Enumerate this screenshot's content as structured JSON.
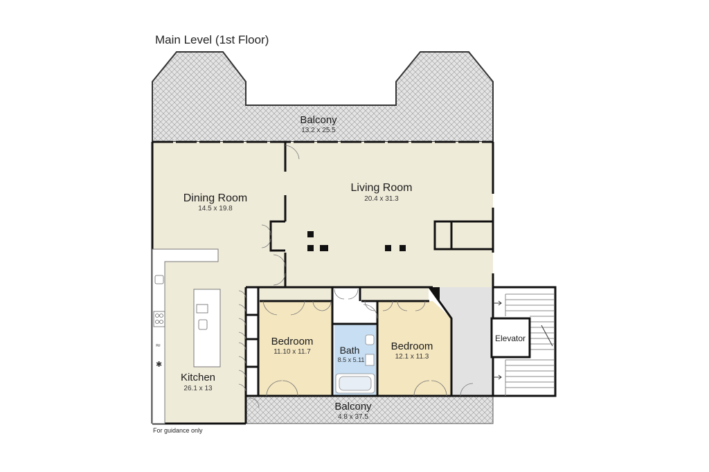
{
  "heading": "Main Level (1st Floor)",
  "footer_note": "For guidance only",
  "colors": {
    "room_beige": "#efebd9",
    "bedroom_tan": "#f4e6bf",
    "bath_blue": "#c7def3",
    "stair_grey": "#e2e2e2",
    "balcony_hatch": "#dedede",
    "wall": "#111111"
  },
  "rooms": {
    "balcony_top": {
      "name": "Balcony",
      "dims": "13.2 x 25.5"
    },
    "dining": {
      "name": "Dining Room",
      "dims": "14.5 x 19.8"
    },
    "living": {
      "name": "Living Room",
      "dims": "20.4 x 31.3"
    },
    "bedroom_left": {
      "name": "Bedroom",
      "dims": "11.10 x 11.7"
    },
    "bath": {
      "name": "Bath",
      "dims": "8.5 x 5.11"
    },
    "bedroom_right": {
      "name": "Bedroom",
      "dims": "12.1 x 11.3"
    },
    "kitchen": {
      "name": "Kitchen",
      "dims": "26.1 x 13"
    },
    "balcony_bottom": {
      "name": "Balcony",
      "dims": "4.8 x 37.5"
    },
    "elevator": {
      "name": "Elevator"
    }
  },
  "icons": [
    "snowflake-icon",
    "wave-icon"
  ]
}
